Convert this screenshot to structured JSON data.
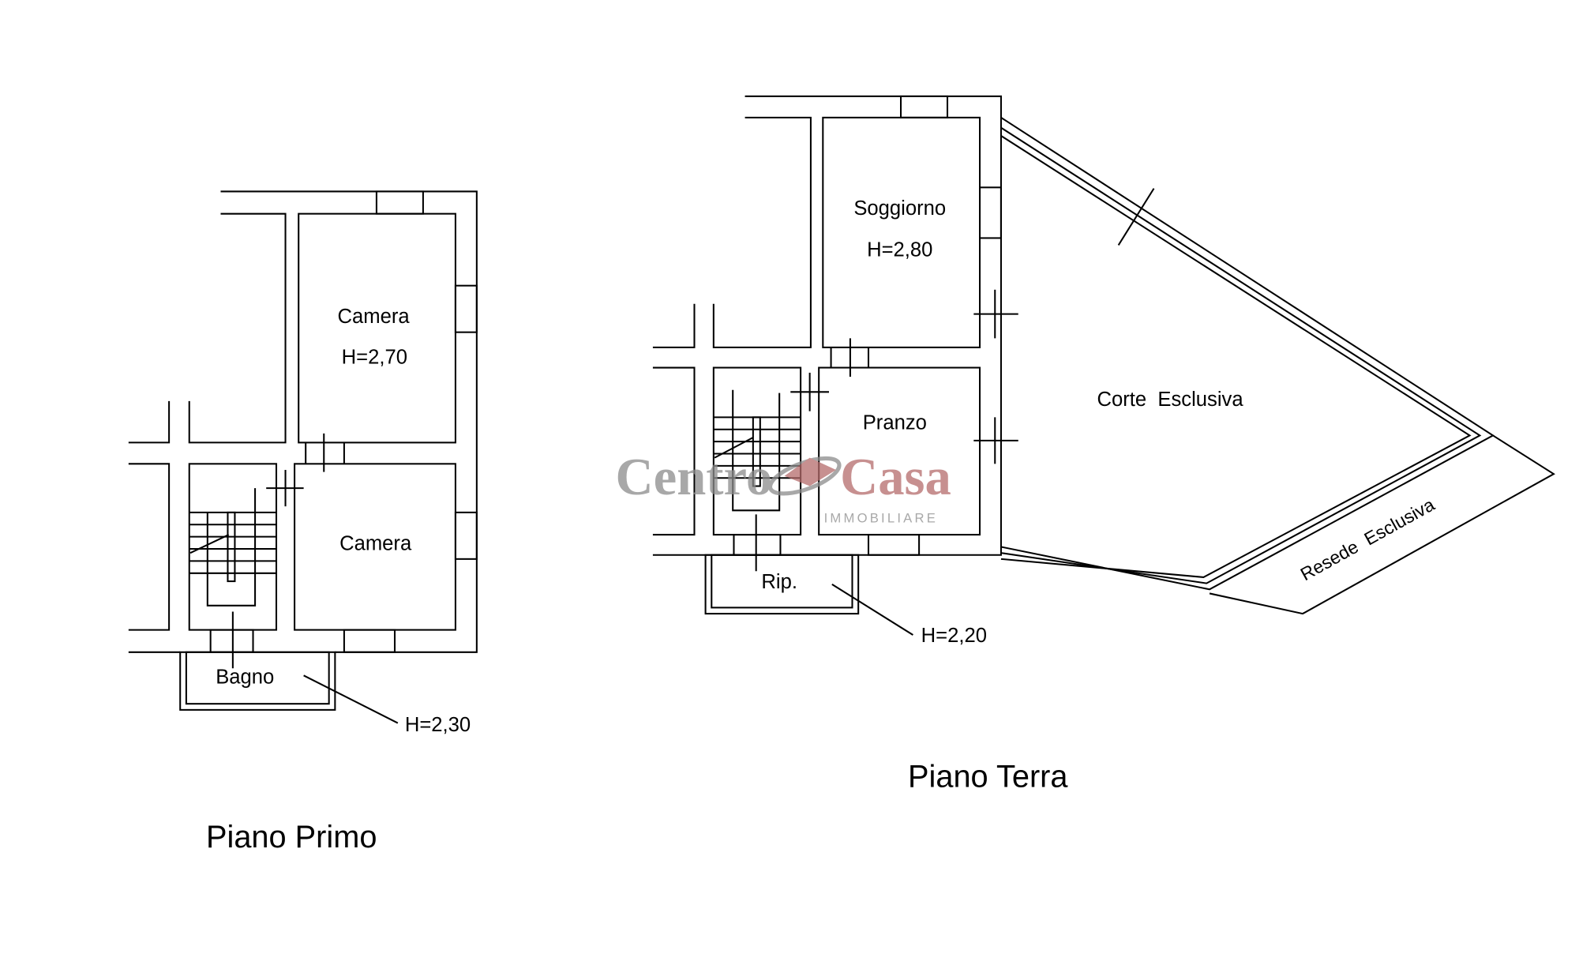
{
  "piano_primo": {
    "title": "Piano Primo",
    "rooms": [
      {
        "name": "Camera",
        "height": "H=2,70"
      },
      {
        "name": "Camera"
      },
      {
        "name": "Bagno",
        "height": "H=2,30"
      }
    ]
  },
  "piano_terra": {
    "title": "Piano Terra",
    "rooms": [
      {
        "name": "Soggiorno",
        "height": "H=2,80"
      },
      {
        "name": "Pranzo"
      },
      {
        "name": "Rip.",
        "height": "H=2,20"
      },
      {
        "name": "Corte  Esclusiva"
      },
      {
        "name": "Resede  Esclusiva"
      }
    ]
  },
  "watermark": {
    "brand_left": "Centro",
    "brand_right": "Casa",
    "subtitle": "IMMOBILIARE",
    "colors": {
      "grey": "#8c8c8c",
      "red": "#b56b6b"
    }
  }
}
